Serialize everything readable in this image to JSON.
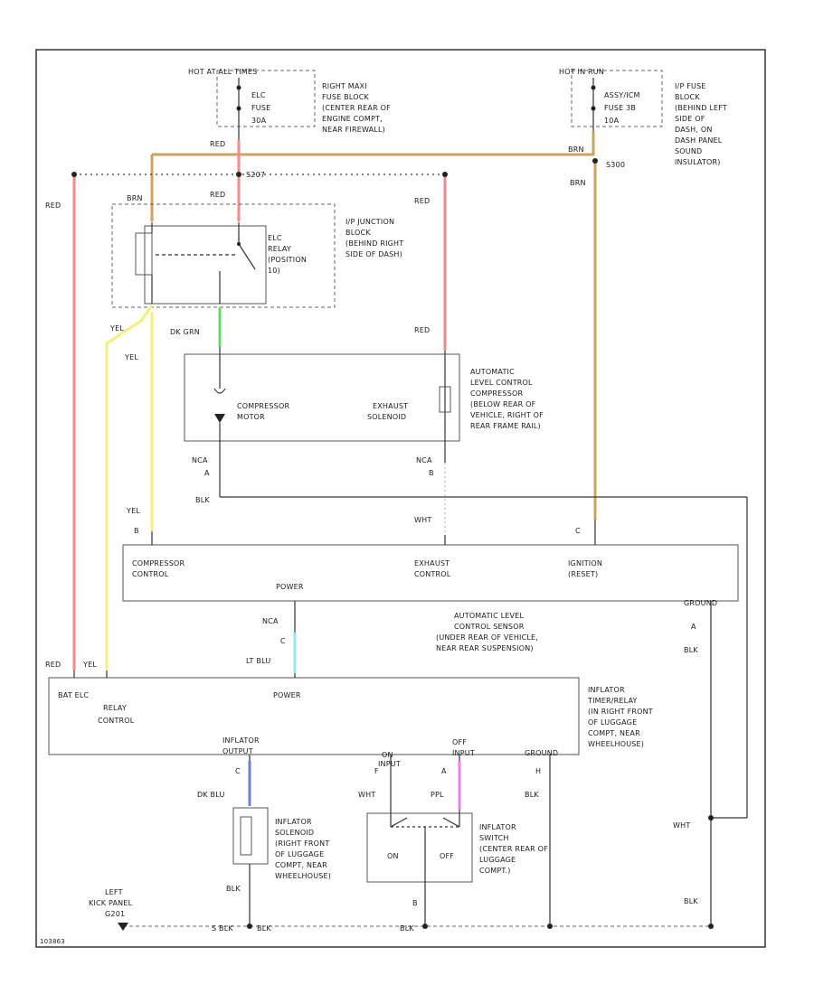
{
  "colors": {
    "red": "#f28b8b",
    "yellow": "#f4f07a",
    "brown": "#c9a45a",
    "green": "#69d86a",
    "lt_blu": "#8fe9ee",
    "dk_blu": "#6a7fd6",
    "ppl": "#f07ef0",
    "black": "#333333"
  },
  "fuses": {
    "left_header": "HOT AT ALL TIMES",
    "left_lines": [
      "ELC",
      "FUSE",
      "30A"
    ],
    "left_desc": [
      "RIGHT MAXI",
      "FUSE BLOCK",
      "(CENTER REAR OF",
      "ENGINE COMPT,",
      "NEAR FIREWALL)"
    ],
    "right_header": "HOT IN RUN",
    "right_lines": [
      "ASSY/ICM",
      "FUSE 3B",
      "10A"
    ],
    "right_desc": [
      "I/P FUSE",
      "BLOCK",
      "(BEHIND LEFT",
      "SIDE OF",
      "DASH, ON",
      "DASH PANEL",
      "SOUND",
      "INSULATOR)"
    ]
  },
  "wires": {
    "red": "RED",
    "brn": "BRN",
    "yel": "YEL",
    "dk_grn": "DK GRN",
    "nca": "NCA",
    "blk": "BLK",
    "wht": "WHT",
    "lt_blu": "LT BLU",
    "dk_blu": "DK BLU",
    "ppl": "PPL",
    "s_blk": "S BLK"
  },
  "splices": {
    "s207": "S207",
    "s300": "S300"
  },
  "relay": {
    "desc": [
      "I/P JUNCTION",
      "BLOCK",
      "(BEHIND RIGHT",
      "SIDE OF DASH)"
    ],
    "label": [
      "ELC",
      "RELAY",
      "(POSITION",
      "10)"
    ]
  },
  "compressor": {
    "motor": [
      "COMPRESSOR",
      "MOTOR"
    ],
    "exhaust": [
      "EXHAUST",
      "SOLENOID"
    ],
    "desc": [
      "AUTOMATIC",
      "LEVEL CONTROL",
      "COMPRESSOR",
      "(BELOW REAR OF",
      "VEHICLE, RIGHT OF",
      "REAR FRAME RAIL)"
    ],
    "pin_a": "A",
    "pin_b": "B"
  },
  "sensor": {
    "pin_b": "B",
    "pin_c": "C",
    "compressor_control": [
      "COMPRESSOR",
      "CONTROL"
    ],
    "exhaust_control": [
      "EXHAUST",
      "CONTROL"
    ],
    "ignition": [
      "IGNITION",
      "(RESET)"
    ],
    "power": "POWER",
    "ground": "GROUND",
    "pin_a": "A",
    "desc": [
      "AUTOMATIC LEVEL",
      "CONTROL SENSOR",
      "(UNDER REAR OF VEHICLE,",
      "NEAR REAR SUSPENSION)"
    ]
  },
  "timer": {
    "bat_elc": "BAT  ELC",
    "relay_control": [
      "RELAY",
      "CONTROL"
    ],
    "power": "POWER",
    "inflator_output": [
      "INFLATOR",
      "OUTPUT"
    ],
    "on_input": [
      "ON",
      "INPUT"
    ],
    "off_input": [
      "OFF",
      "INPUT"
    ],
    "ground": "GROUND",
    "pins": {
      "c": "C",
      "f": "F",
      "a": "A",
      "h": "H"
    },
    "desc": [
      "INFLATOR",
      "TIMER/RELAY",
      "(IN RIGHT FRONT",
      "OF LUGGAGE",
      "COMPT, NEAR",
      "WHEELHOUSE)"
    ]
  },
  "solenoid": {
    "desc": [
      "INFLATOR",
      "SOLENOID",
      "(RIGHT FRONT",
      "OF LUGGAGE",
      "COMPT, NEAR",
      "WHEELHOUSE)"
    ]
  },
  "switch": {
    "on": "ON",
    "off": "OFF",
    "pin_b": "B",
    "desc": [
      "INFLATOR",
      "SWITCH",
      "(CENTER REAR OF",
      "LUGGAGE",
      "COMPT.)"
    ]
  },
  "ground": {
    "label": [
      "LEFT",
      "KICK PANEL",
      "G201"
    ]
  },
  "footer_code": "103863"
}
